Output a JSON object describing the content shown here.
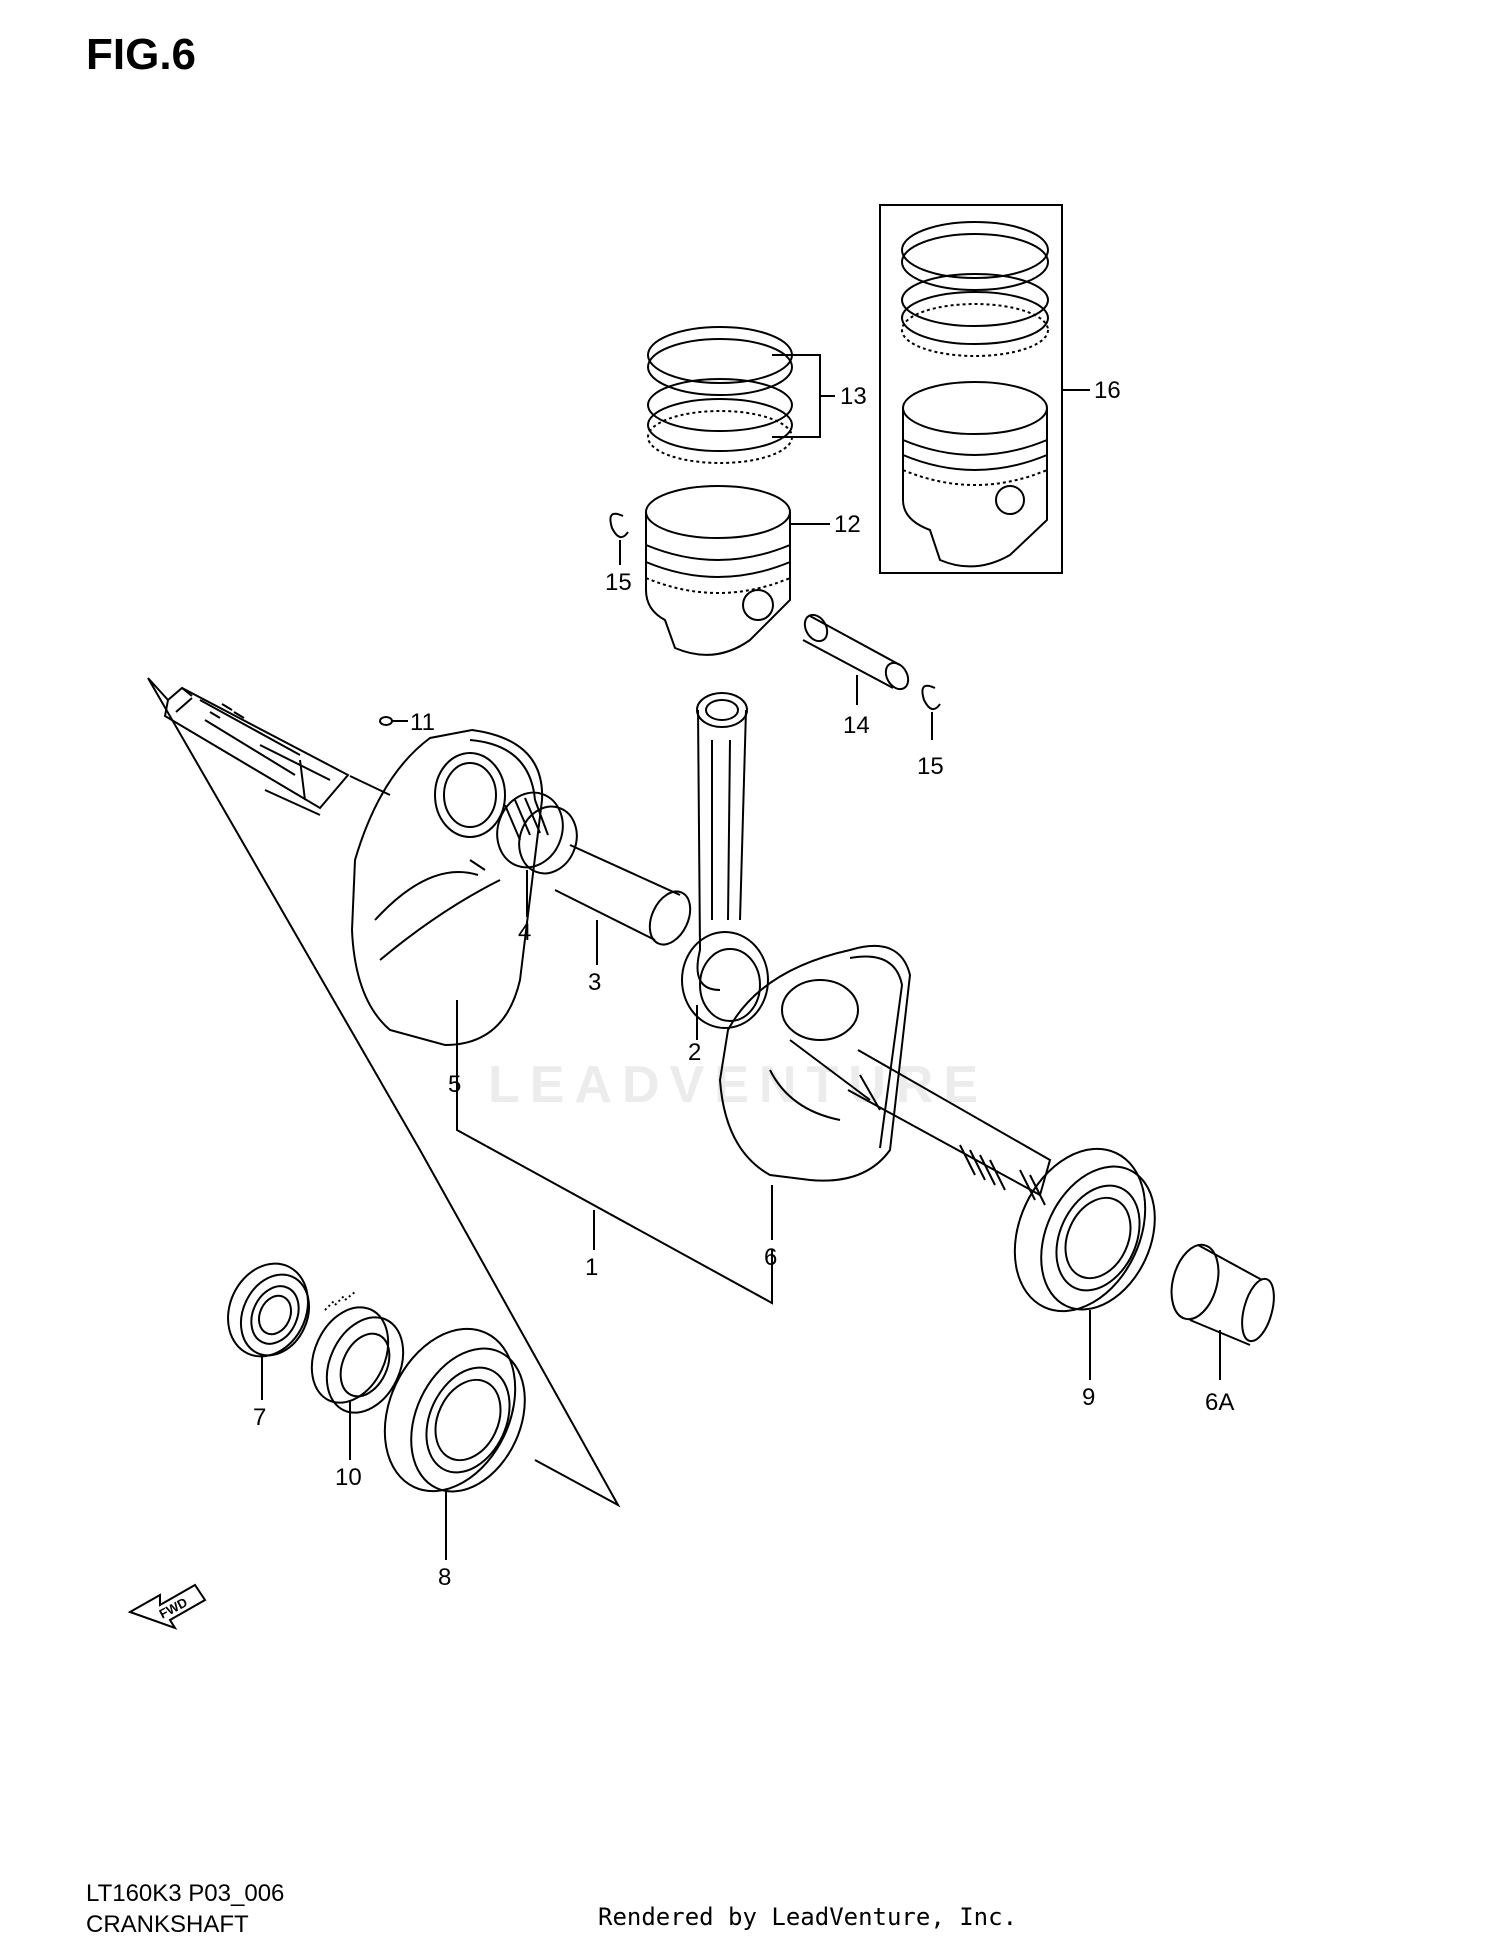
{
  "figure": {
    "title": "FIG.6",
    "model_code": "LT160K3 P03_006",
    "section_name": "CRANKSHAFT",
    "credit": "Rendered by LeadVenture, Inc.",
    "watermark": "LEADVENTURE"
  },
  "callouts": {
    "p1": "1",
    "p2": "2",
    "p3": "3",
    "p4": "4",
    "p5": "5",
    "p6": "6",
    "p6a": "6A",
    "p7": "7",
    "p8": "8",
    "p9": "9",
    "p10": "10",
    "p11": "11",
    "p12": "12",
    "p13": "13",
    "p14": "14",
    "p15a": "15",
    "p15b": "15",
    "p16": "16"
  },
  "fwd_arrow": "FWD"
}
